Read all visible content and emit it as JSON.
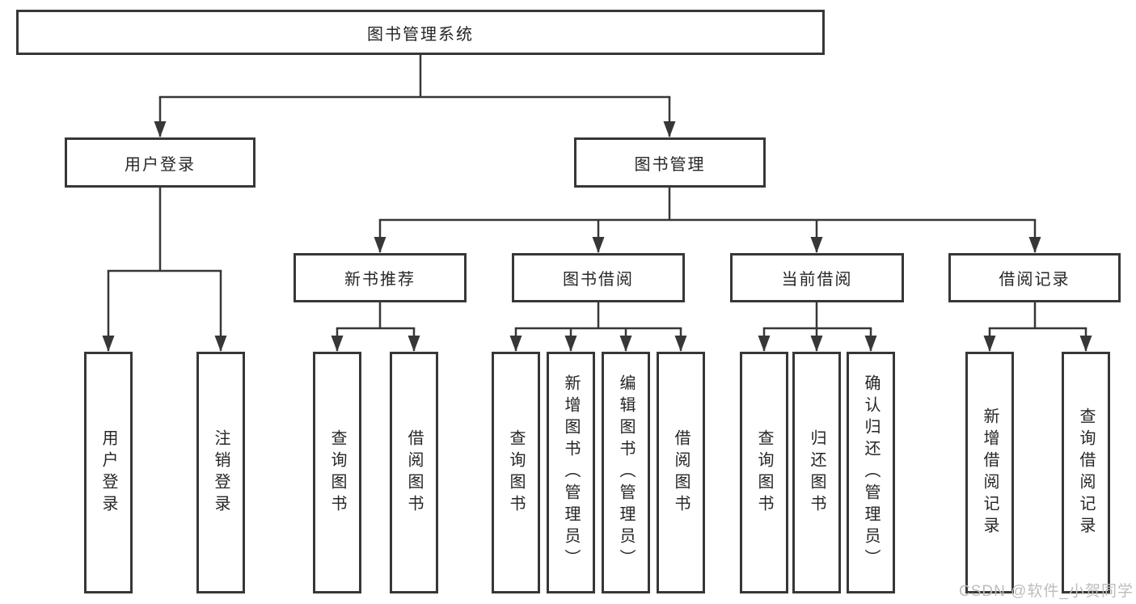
{
  "diagram": {
    "root": {
      "id": "library-management-system",
      "label": "图书管理系统"
    },
    "level2": [
      {
        "id": "user-login",
        "label": "用户登录",
        "parent": "library-management-system"
      },
      {
        "id": "book-management",
        "label": "图书管理",
        "parent": "library-management-system"
      }
    ],
    "level3": [
      {
        "id": "new-book-recommendation",
        "label": "新书推荐",
        "parent": "book-management"
      },
      {
        "id": "book-borrowing",
        "label": "图书借阅",
        "parent": "book-management"
      },
      {
        "id": "current-borrowing",
        "label": "当前借阅",
        "parent": "book-management"
      },
      {
        "id": "borrowing-records",
        "label": "借阅记录",
        "parent": "book-management"
      }
    ],
    "leaves": [
      {
        "id": "user-login-leaf",
        "label": "用户登录",
        "parent": "user-login"
      },
      {
        "id": "logout",
        "label": "注销登录",
        "parent": "user-login"
      },
      {
        "id": "recommend-query-books",
        "label": "查询图书",
        "parent": "new-book-recommendation"
      },
      {
        "id": "recommend-borrow-books",
        "label": "借阅图书",
        "parent": "new-book-recommendation"
      },
      {
        "id": "borrow-query-books",
        "label": "查询图书",
        "parent": "book-borrowing"
      },
      {
        "id": "borrow-add-books",
        "label": "新增图书（管理员）",
        "parent": "book-borrowing"
      },
      {
        "id": "borrow-edit-books",
        "label": "编辑图书（管理员）",
        "parent": "book-borrowing"
      },
      {
        "id": "borrow-borrow-books",
        "label": "借阅图书",
        "parent": "book-borrowing"
      },
      {
        "id": "current-query-books",
        "label": "查询图书",
        "parent": "current-borrowing"
      },
      {
        "id": "current-return-books",
        "label": "归还图书",
        "parent": "current-borrowing"
      },
      {
        "id": "current-confirm-return",
        "label": "确认归还（管理员）",
        "parent": "current-borrowing"
      },
      {
        "id": "records-add-record",
        "label": "新增借阅记录",
        "parent": "borrowing-records"
      },
      {
        "id": "records-query-record",
        "label": "查询借阅记录",
        "parent": "borrowing-records"
      }
    ]
  },
  "watermark": {
    "text": "CSDN @软件_小贺同学"
  },
  "colors": {
    "line": "#373737",
    "box_border": "#373737",
    "text": "#262626",
    "watermark": "#bdbdbd",
    "background": "#ffffff"
  }
}
